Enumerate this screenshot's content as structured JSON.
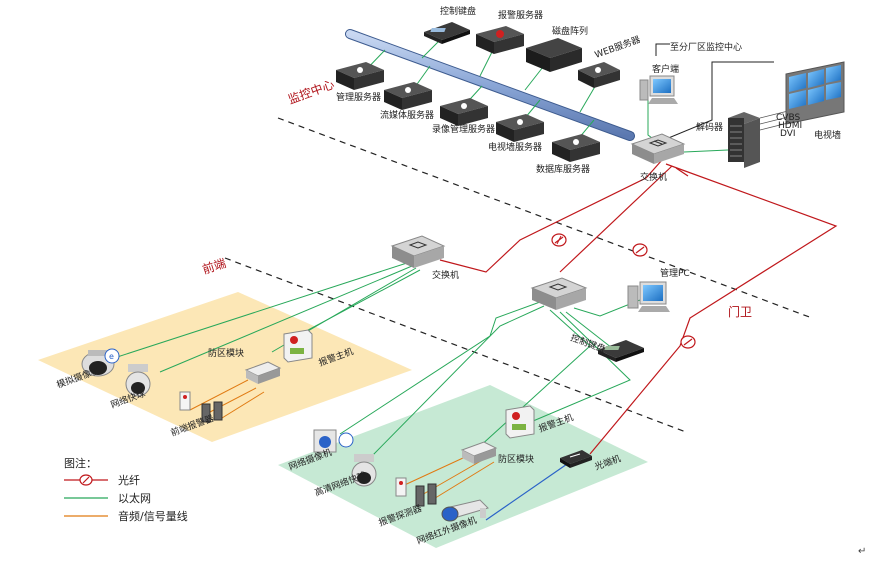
{
  "colors": {
    "fiber": "#c0181c",
    "ethernet": "#28a85a",
    "audio": "#e07a12",
    "coax": "#2a62c8",
    "zone_front": "#fce7b6",
    "zone_guard": "#c6e9d4",
    "zone_label": "#b0131a"
  },
  "zones": {
    "monitor_center": "监控中心",
    "front_end": "前端",
    "guard": "门卫"
  },
  "center": {
    "control_keyboard": "控制键盘",
    "alarm_server": "报警服务器",
    "disk_array": "磁盘阵列",
    "web_server": "WEB服务器",
    "client": "客户端",
    "branch_center": "至分厂区监控中心",
    "mgmt_server": "管理服务器",
    "media_server": "流媒体服务器",
    "storage_server": "录像管理服务器",
    "tvwall_server": "电视墙服务器",
    "db_server": "数据库服务器",
    "decoder": "解码器",
    "switch": "交换机",
    "tv_wall": "电视墙",
    "signals": [
      "CVBS",
      "HDMI",
      "DVI"
    ]
  },
  "front": {
    "switch": "交换机",
    "analog_camera": "模拟摄像机",
    "network_dome": "网络快球",
    "alarm_detector": "前端报警器",
    "zone_module": "防区模块",
    "alarm_host": "报警主机"
  },
  "guard": {
    "pc": "管理PC",
    "control_keyboard": "控制键盘",
    "network_camera": "网络摄像机",
    "hd_dome": "高清网络快球",
    "alarm_detector": "报警探测器",
    "zone_module": "防区模块",
    "ir_camera": "网络红外摄像机",
    "alarm_host": "报警主机",
    "optical_transceiver": "光端机"
  },
  "legend": {
    "title": "图注：",
    "items": [
      {
        "label": "光纤",
        "color": "#c0181c",
        "marker": "fiber-marker-icon"
      },
      {
        "label": "以太网",
        "color": "#28a85a",
        "marker": ""
      },
      {
        "label": "音频/信号量线",
        "color": "#e07a12",
        "marker": ""
      }
    ]
  },
  "corner_mark": "↵"
}
